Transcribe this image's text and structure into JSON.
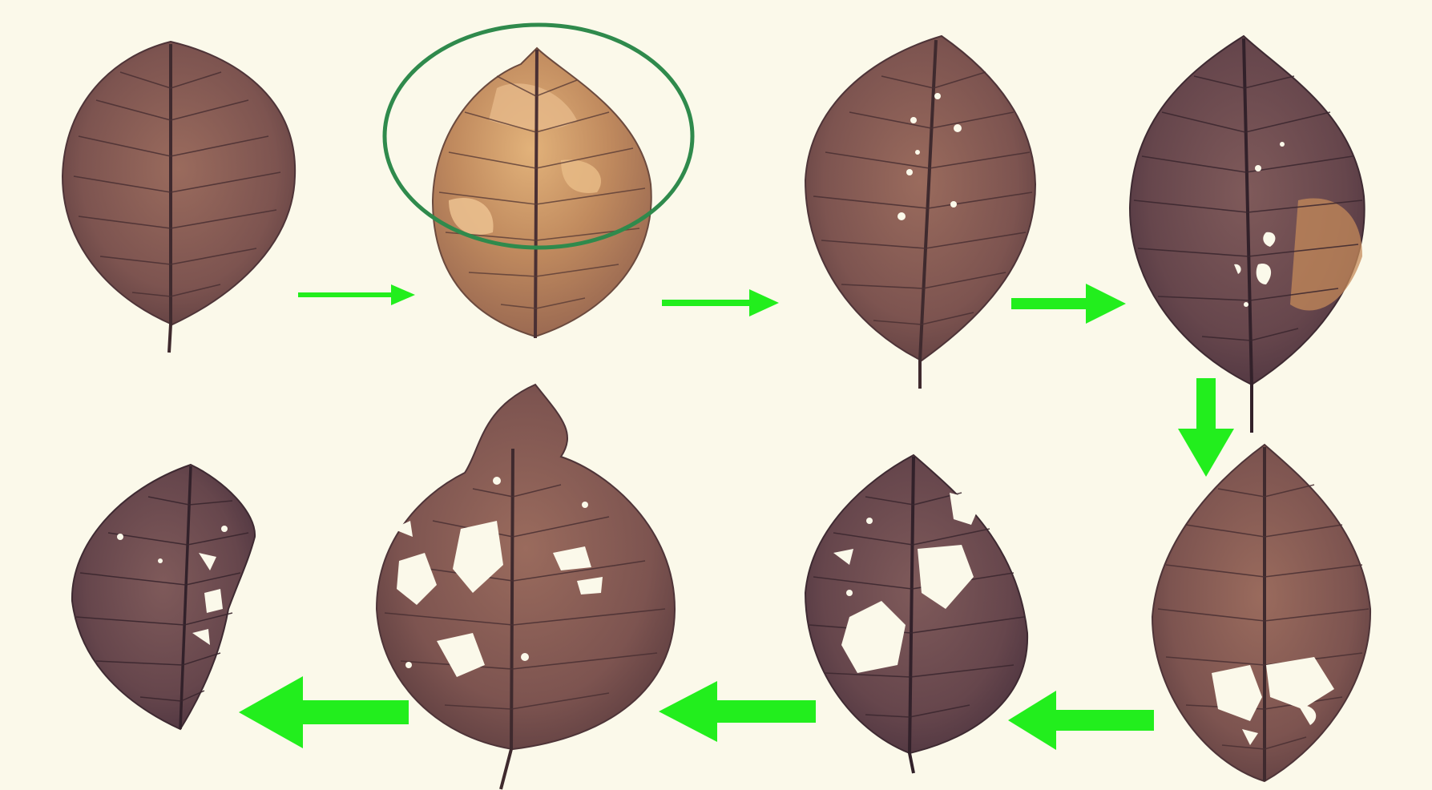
{
  "diagram": {
    "description_visible_text": "",
    "palette": {
      "background": "#fbf9ea",
      "leaf_dark": "#6e4a49",
      "leaf_mid": "#8a5e55",
      "leaf_light": "#b07e62",
      "leaf_bleached": "#d7a56e",
      "vein": "#3f2a2e",
      "hole": "#fbf9ea",
      "arrow": "#22ee1d",
      "highlight_ring": "#2f8a4c"
    },
    "sequence": [
      {
        "step": 1,
        "state": "intact"
      },
      {
        "step": 2,
        "state": "bleached-patches",
        "highlighted": true
      },
      {
        "step": 3,
        "state": "small-holes"
      },
      {
        "step": 4,
        "state": "darkened-with-holes"
      },
      {
        "step": 5,
        "state": "large-holes"
      },
      {
        "step": 6,
        "state": "extensive-holes"
      },
      {
        "step": 7,
        "state": "fragmented"
      },
      {
        "step": 8,
        "state": "skeletonizing"
      }
    ],
    "arrows": [
      {
        "from": 1,
        "to": 2,
        "direction": "right"
      },
      {
        "from": 2,
        "to": 3,
        "direction": "right"
      },
      {
        "from": 3,
        "to": 4,
        "direction": "right"
      },
      {
        "from": 4,
        "to": 5,
        "direction": "down"
      },
      {
        "from": 5,
        "to": 6,
        "direction": "left"
      },
      {
        "from": 6,
        "to": 7,
        "direction": "left"
      },
      {
        "from": 7,
        "to": 8,
        "direction": "left"
      }
    ]
  }
}
